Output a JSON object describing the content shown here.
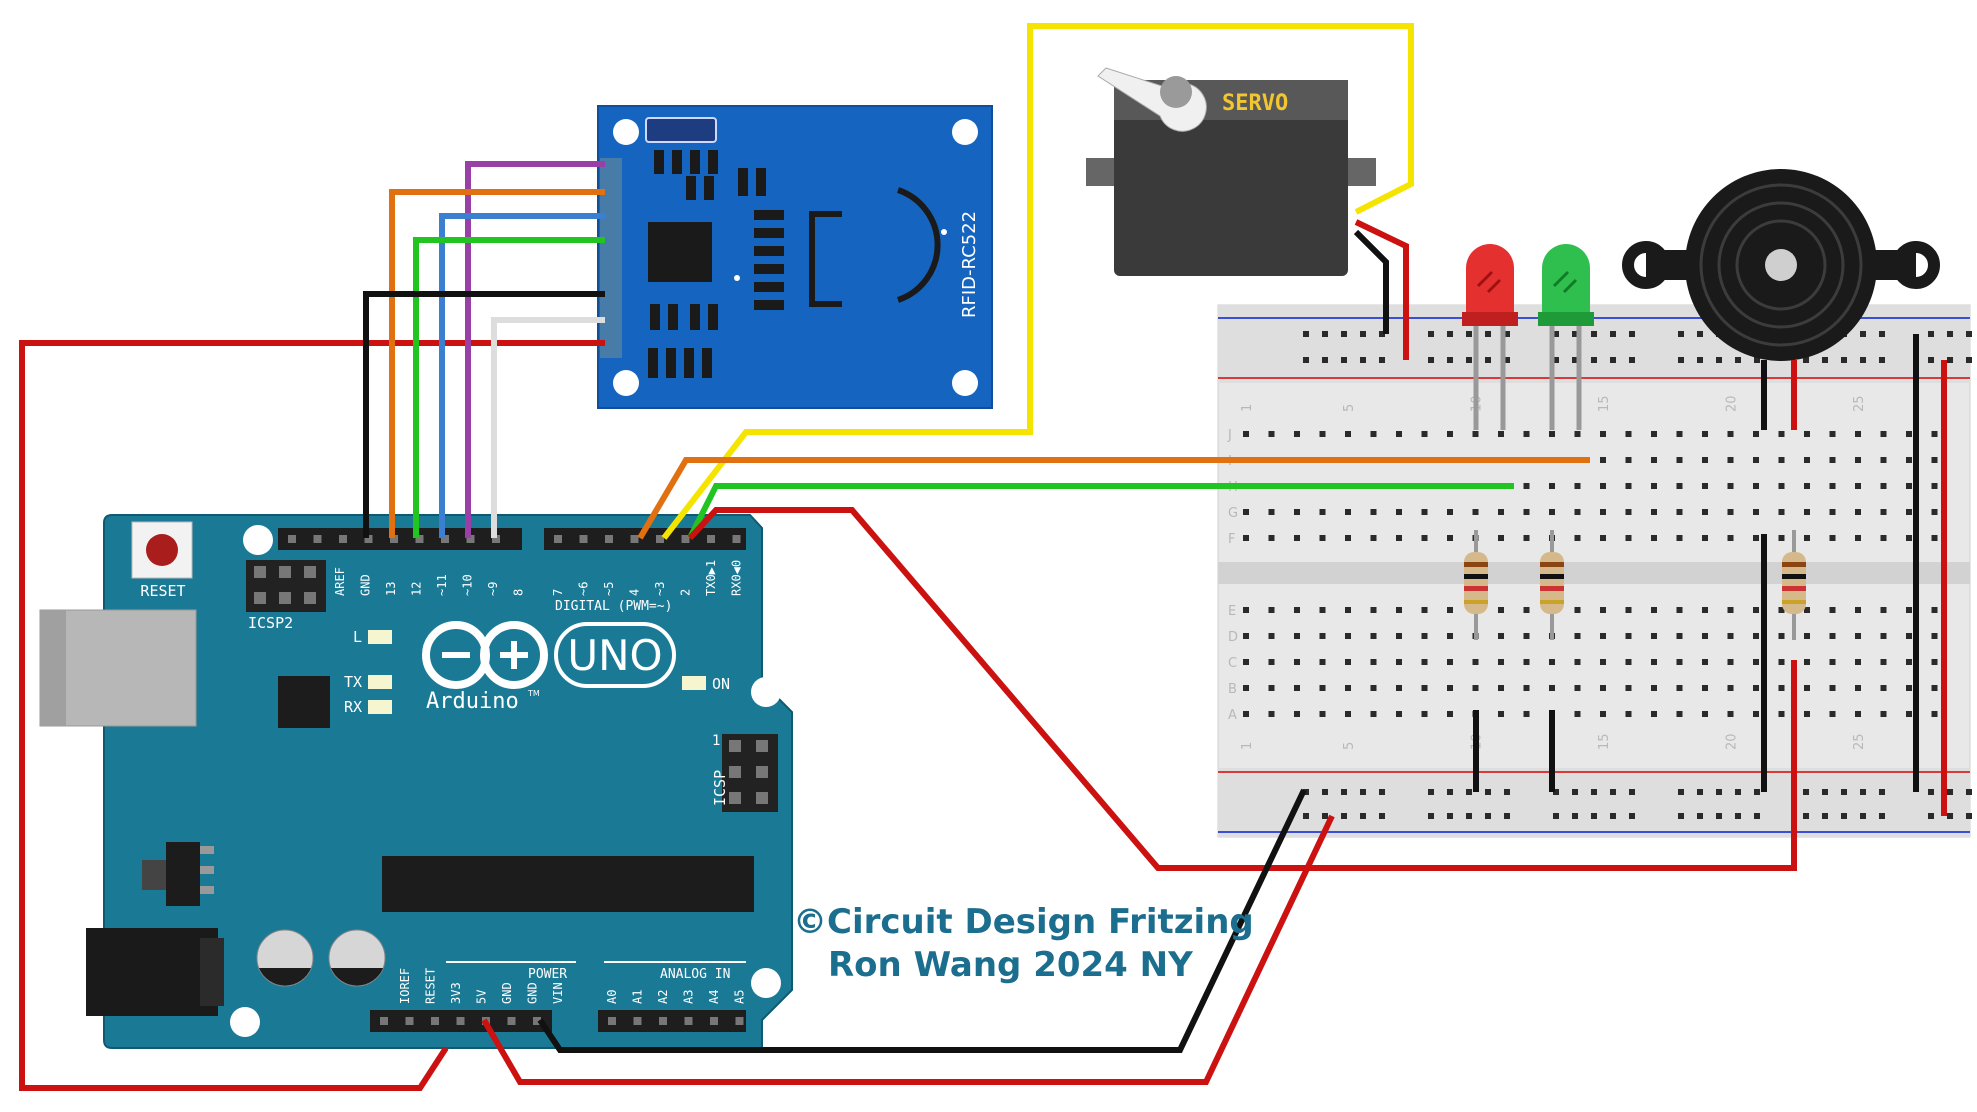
{
  "credit": {
    "line1": "©Circuit Design Fritzing",
    "line2": "Ron Wang 2024 NY"
  },
  "arduino": {
    "brand": "Arduino",
    "trademark": "TM",
    "model": "UNO",
    "reset_label": "RESET",
    "icsp2_label": "ICSP2",
    "icsp_label": "ICSP",
    "icsp_pin1": "1",
    "led_l": "L",
    "led_tx": "TX",
    "led_rx": "RX",
    "led_on": "ON",
    "digital_label": "DIGITAL (PWM=~)",
    "power_label": "POWER",
    "analog_label": "ANALOG IN",
    "header_left": [
      "AREF",
      "GND",
      "13",
      "12",
      "~11",
      "~10",
      "~9",
      "8"
    ],
    "header_right": [
      "7",
      "~6",
      "~5",
      "4",
      "~3",
      "2",
      "TX0▶1",
      "RX0◀0"
    ],
    "power_pins": [
      "IOREF",
      "RESET",
      "3V3",
      "5V",
      "GND",
      "GND",
      "VIN"
    ],
    "analog_pins": [
      "A0",
      "A1",
      "A2",
      "A3",
      "A4",
      "A5"
    ]
  },
  "rfid": {
    "label": "RFID-RC522"
  },
  "servo": {
    "label": "SERVO"
  },
  "breadboard": {
    "rows_top": [
      "J",
      "I",
      "H",
      "G",
      "F"
    ],
    "rows_bottom": [
      "E",
      "D",
      "C",
      "B",
      "A"
    ],
    "column_numbers": [
      "1",
      "5",
      "10",
      "15",
      "20",
      "25"
    ]
  },
  "colors": {
    "board": "#1a7a96",
    "rfid_board": "#1565c0",
    "wire_red": "#cc1111",
    "wire_black": "#111111",
    "wire_yellow": "#f5e400",
    "wire_orange": "#e07010",
    "wire_green": "#22c422",
    "wire_blue": "#3a7fd0",
    "wire_purple": "#9b3fa8",
    "wire_white": "#dddddd",
    "led_red": "#e53030",
    "led_green": "#2fbf4f",
    "credit_text": "#1b6e8e"
  }
}
